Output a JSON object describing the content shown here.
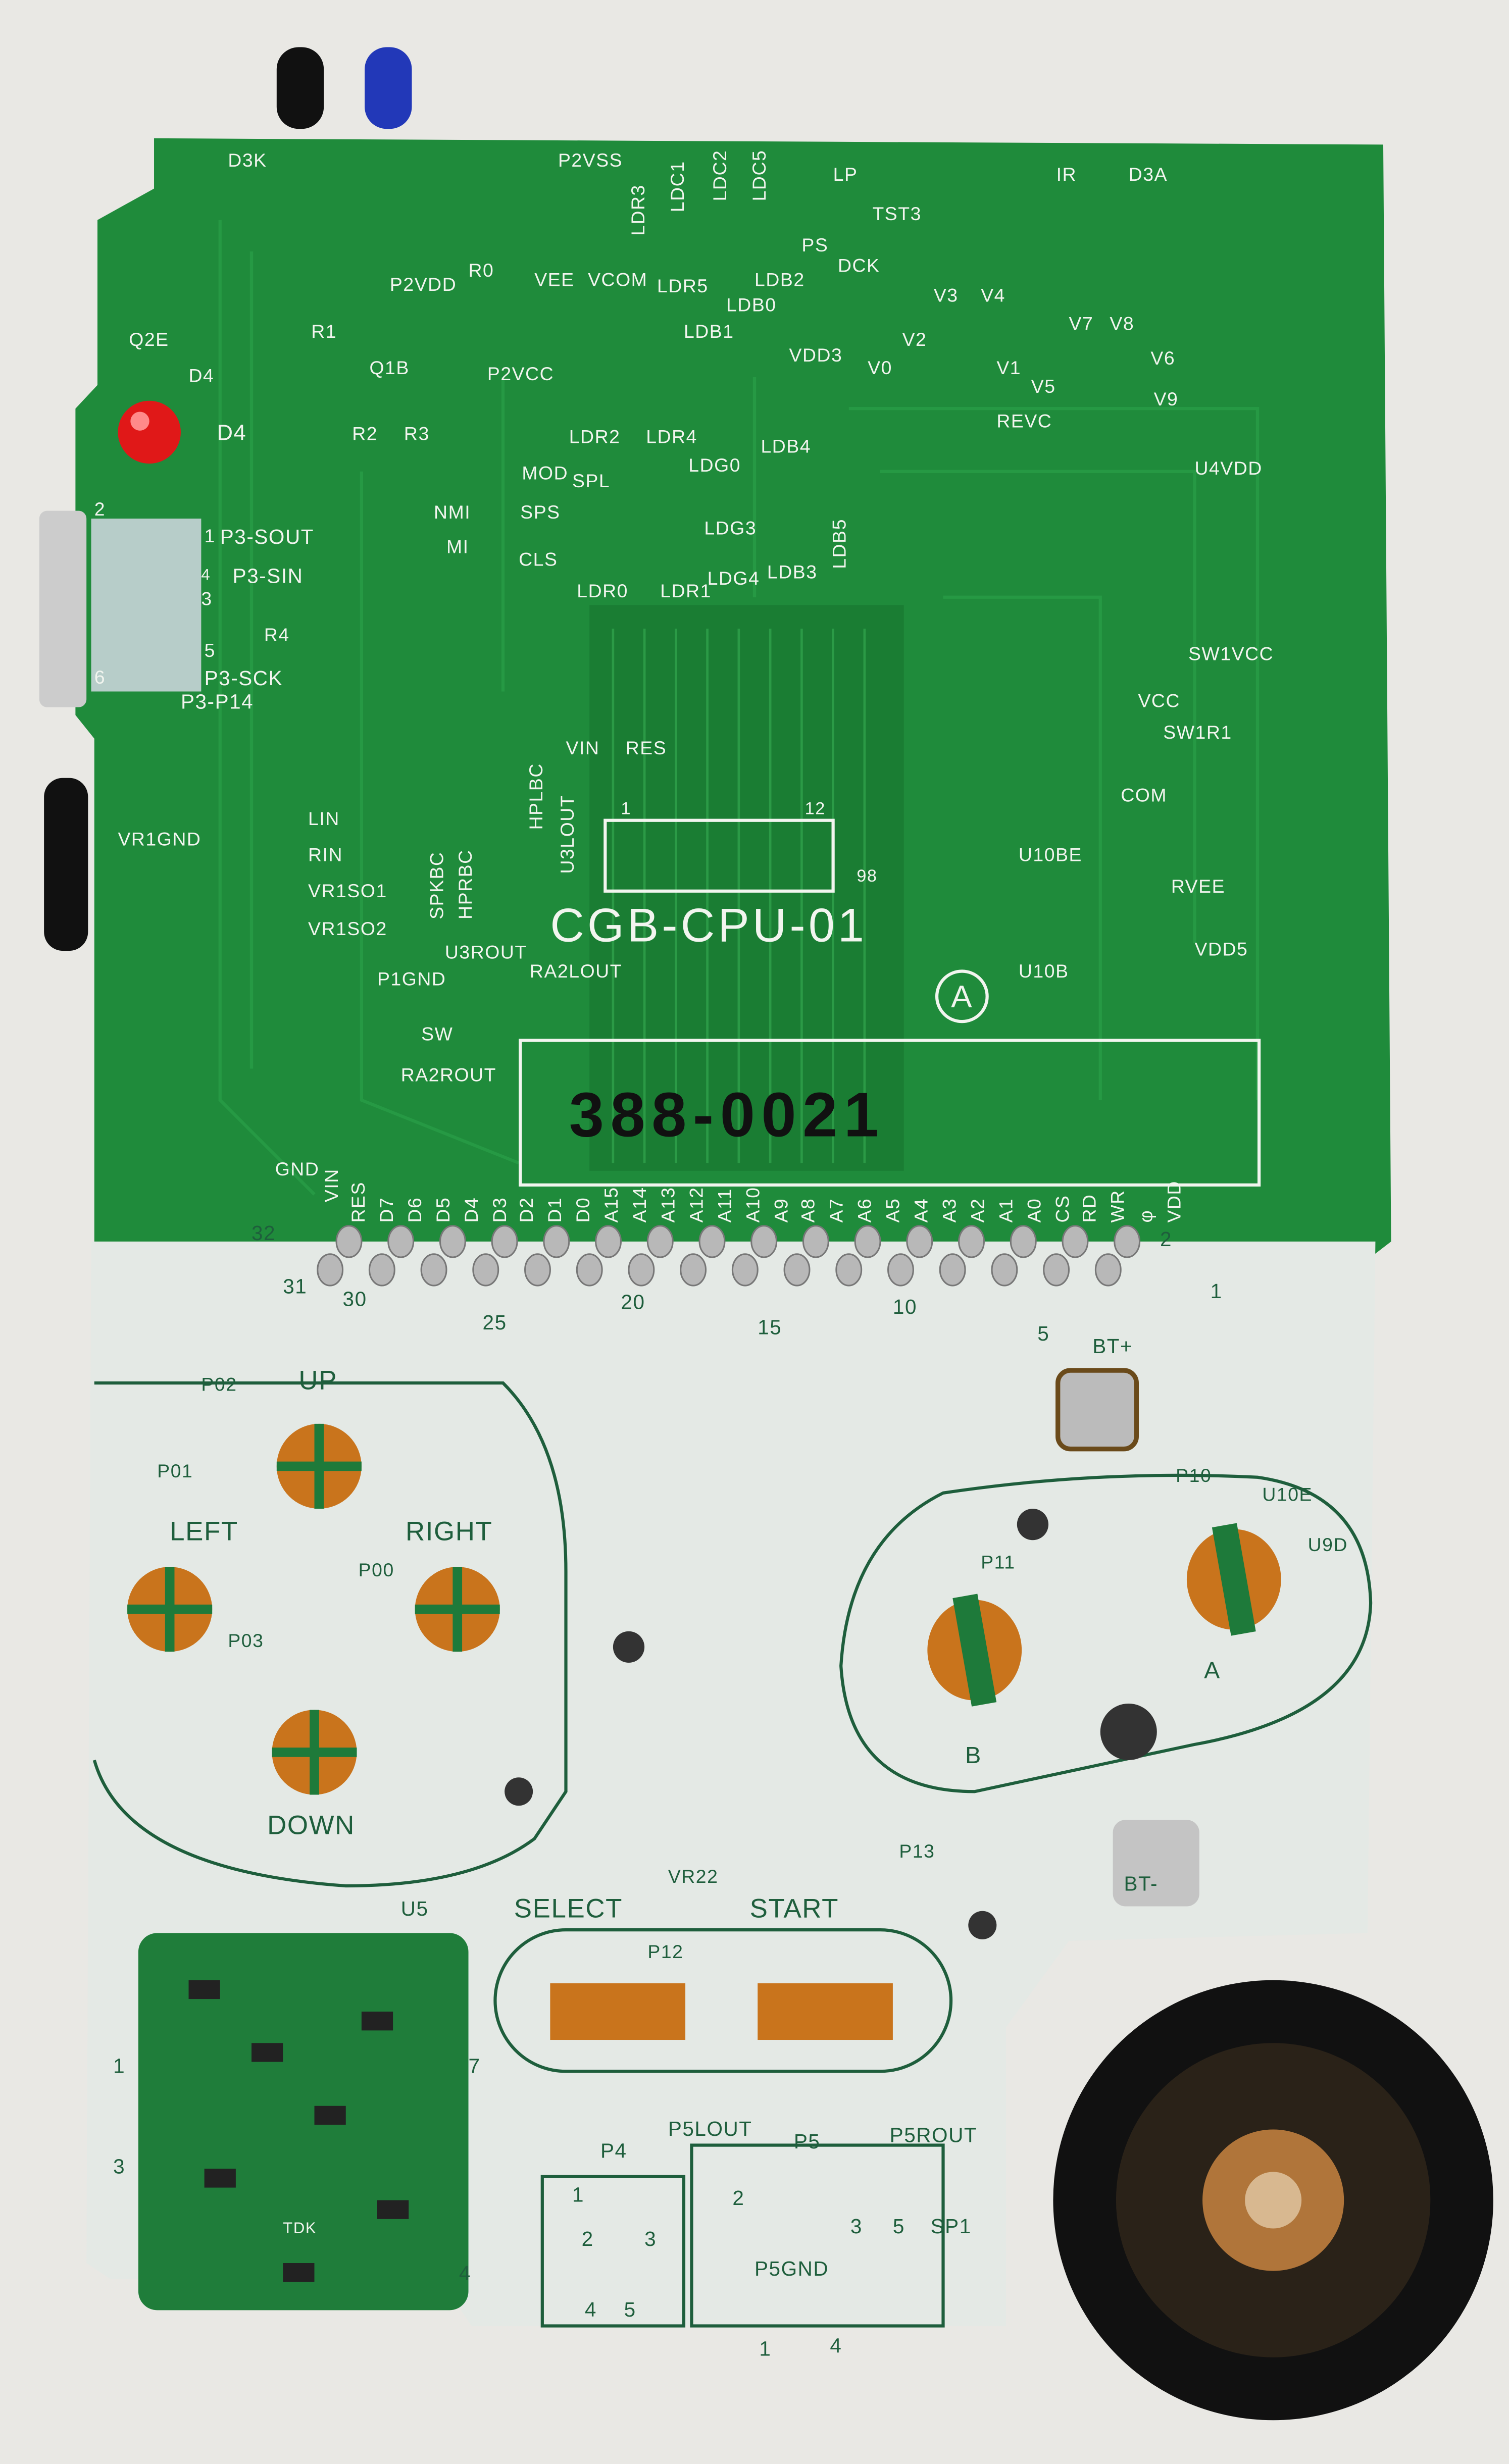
{
  "board": {
    "model_label": "CGB-CPU-01",
    "revision_mark": "A",
    "handwritten_code": "388-0021"
  },
  "labels": [
    "D3K",
    "P2VSS",
    "LDR3",
    "LDC1",
    "LDC2",
    "LDC5",
    "LP",
    "TST3",
    "IR",
    "D3A",
    "VEE",
    "VCOM",
    "LDR5",
    "PS",
    "DCK",
    "LDB2",
    "LDB0",
    "LDB1",
    "VDD3",
    "P2VDD",
    "R0",
    "R1",
    "Q1B",
    "P2VCC",
    "V3",
    "V4",
    "V2",
    "V0",
    "V1",
    "V7",
    "V8",
    "V5",
    "V6",
    "V9",
    "REVC",
    "Q2E",
    "D4",
    "D4",
    "R2",
    "R3",
    "LDR2",
    "LDR4",
    "LDB4",
    "MOD",
    "SPL",
    "LDG0",
    "U4VDD",
    "NMI",
    "SPS",
    "LDG3",
    "LDB5",
    "MI",
    "CLS",
    "LDR0",
    "LDR1",
    "LDG4",
    "LDB3",
    "P3-SOUT",
    "P3-SIN",
    "P3-SCK",
    "P3-P14",
    "R4",
    "1",
    "2",
    "3",
    "4",
    "5",
    "6",
    "SW1VCC",
    "VCC",
    "SW1R1",
    "VIN",
    "RES",
    "HPLBC",
    "U3LOUT",
    "1",
    "12",
    "98",
    "VR1GND",
    "LIN",
    "RIN",
    "VR1SO1",
    "VR1SO2",
    "SPKBC",
    "HPRBC",
    "COM",
    "U10BE",
    "RVEE",
    "VDD5",
    "U10B",
    "U3ROUT",
    "P1GND",
    "RA2LOUT",
    "SW",
    "RA2ROUT",
    "GND",
    "VIN",
    "RES",
    "D7",
    "D6",
    "D5",
    "D4",
    "D3",
    "D2",
    "D1",
    "D0",
    "A15",
    "A14",
    "A13",
    "A12",
    "A11",
    "A10",
    "A9",
    "A8",
    "A7",
    "A6",
    "A5",
    "A4",
    "A3",
    "A2",
    "A1",
    "A0",
    "CS",
    "RD",
    "WR",
    "φ",
    "VDD",
    "32",
    "31",
    "30",
    "25",
    "20",
    "15",
    "10",
    "5",
    "2",
    "1",
    "BT+",
    "P02",
    "UP",
    "P01",
    "P10",
    "U10E",
    "U9D",
    "LEFT",
    "RIGHT",
    "P00",
    "P11",
    "P03",
    "A",
    "B",
    "DOWN",
    "BT-",
    "P13",
    "VR22",
    "U5",
    "SELECT",
    "START",
    "P12",
    "1",
    "7",
    "3",
    "4",
    "TDK",
    "P5LOUT",
    "P5",
    "P5ROUT",
    "P4",
    "1",
    "2",
    "3",
    "2",
    "3",
    "5",
    "SP1",
    "4",
    "5",
    "P5GND",
    "1",
    "4"
  ],
  "colors": {
    "pcb_green": "#1f8b3b",
    "silkscreen_white": "#f2f5ef",
    "flex_board": "#e4e9e5",
    "flex_trace_green": "#1e5e3c",
    "button_orange": "#c9741c",
    "led_red": "#e01818",
    "led_blue": "#2238b8"
  }
}
